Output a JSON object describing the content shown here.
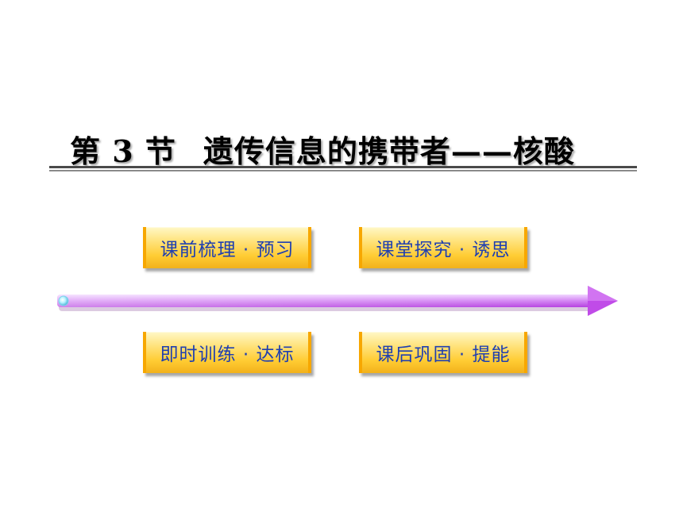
{
  "title": {
    "part1": "第 3 节",
    "part2": "遗传信息的携带者——核酸"
  },
  "buttons": [
    {
      "label": "课前梳理 · 预习"
    },
    {
      "label": "课堂探究 · 诱思"
    },
    {
      "label": "即时训练 · 达标"
    },
    {
      "label": "课后巩固 · 提能"
    }
  ],
  "colors": {
    "button_text": "#1f3fb0",
    "button_gold": "#ffcc33",
    "arrow_purple": "#c04be8",
    "arrow_light": "#e7b8ff"
  }
}
